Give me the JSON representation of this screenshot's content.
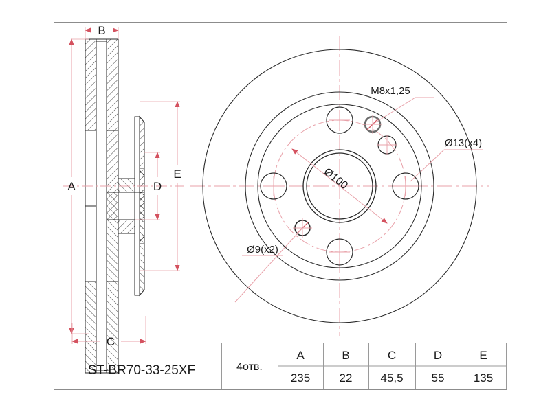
{
  "document": {
    "type": "engineering-drawing",
    "subject": "brake-disc-rotor",
    "part_number": "ST-BR70-33-25XF"
  },
  "frame": {
    "border_color": "#8c8c8c",
    "background": "#ffffff"
  },
  "colors": {
    "outline": "#2b2b2b",
    "dimension": "#e8a0a8",
    "dimension_strong": "#d4525f",
    "centerline": "#e8a0a8",
    "hatch": "#2b2b2b",
    "text": "#1a1a1a",
    "table_border": "#9a9a9a"
  },
  "section_view": {
    "name": "cross-section-left",
    "dimension_labels": [
      {
        "id": "A",
        "label": "A",
        "placement": "left-vertical-overall"
      },
      {
        "id": "B",
        "label": "B",
        "placement": "top-horizontal-hub-width"
      },
      {
        "id": "C",
        "label": "C",
        "placement": "bottom-horizontal-overall-width"
      },
      {
        "id": "D",
        "label": "D",
        "placement": "right-vertical-inner"
      },
      {
        "id": "E",
        "label": "E",
        "placement": "right-vertical-outer"
      }
    ]
  },
  "face_view": {
    "name": "front-face-right",
    "callouts": [
      {
        "id": "m8",
        "label": "M8x1,25",
        "target": "threaded-hole",
        "count": 1
      },
      {
        "id": "d13",
        "label": "Ø13(x4)",
        "target": "lug-bolt-hole",
        "count": 4
      },
      {
        "id": "d9",
        "label": "Ø9(x2)",
        "target": "small-hole",
        "count": 2
      },
      {
        "id": "d100",
        "label": "Ø100",
        "target": "center-bore-diameter",
        "count": 1
      }
    ],
    "center_bore_label": "Ø100"
  },
  "part_label": {
    "text": "ST-BR70-33-25XF"
  },
  "spec_table": {
    "row_header": "4отв.",
    "columns": [
      "A",
      "B",
      "C",
      "D",
      "E"
    ],
    "values": [
      "235",
      "22",
      "45,5",
      "55",
      "135"
    ]
  }
}
